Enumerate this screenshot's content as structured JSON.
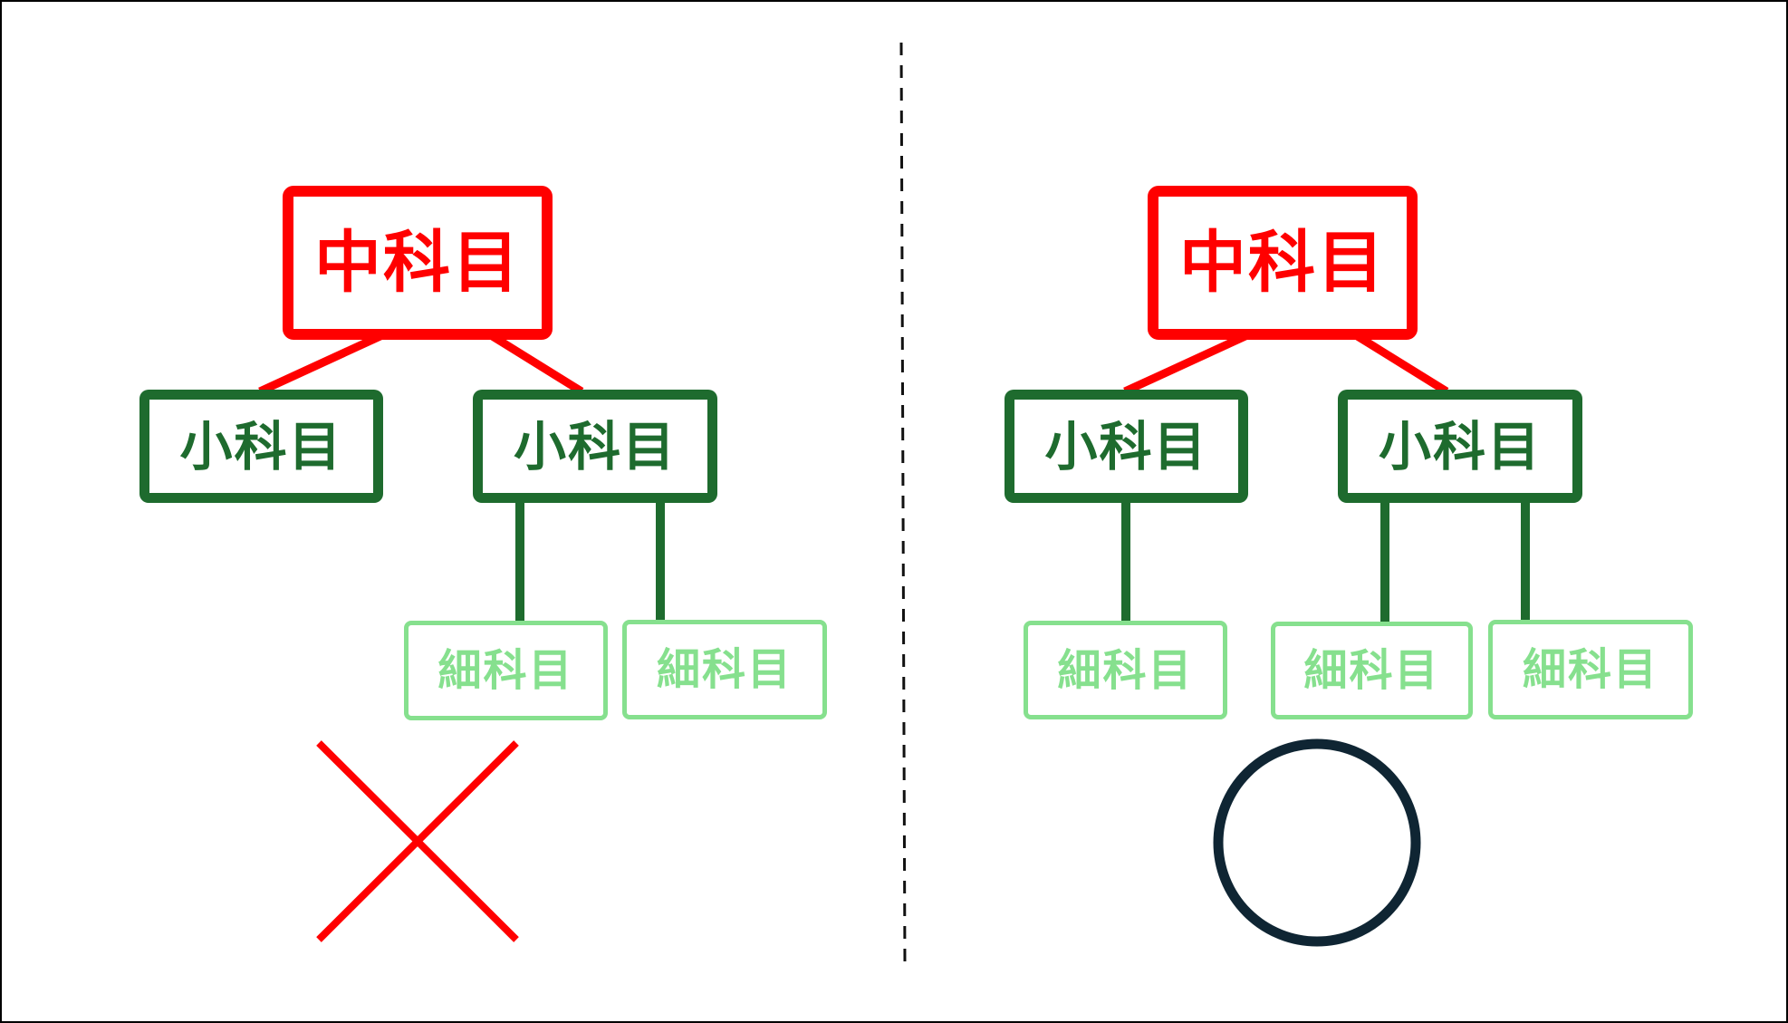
{
  "colors": {
    "middle": "#ff0000",
    "small": "#1e6b2e",
    "detail": "#86e08e",
    "divider": "#111111",
    "wrong_mark": "#ff0000",
    "correct_mark": "#0f2533"
  },
  "left": {
    "middle_label": "中科目",
    "small_labels": [
      "小科目",
      "小科目"
    ],
    "detail_labels": [
      "細科目",
      "細科目"
    ],
    "mark": "×"
  },
  "right": {
    "middle_label": "中科目",
    "small_labels": [
      "小科目",
      "小科目"
    ],
    "detail_labels": [
      "細科目",
      "細科目",
      "細科目"
    ],
    "mark": "○"
  }
}
